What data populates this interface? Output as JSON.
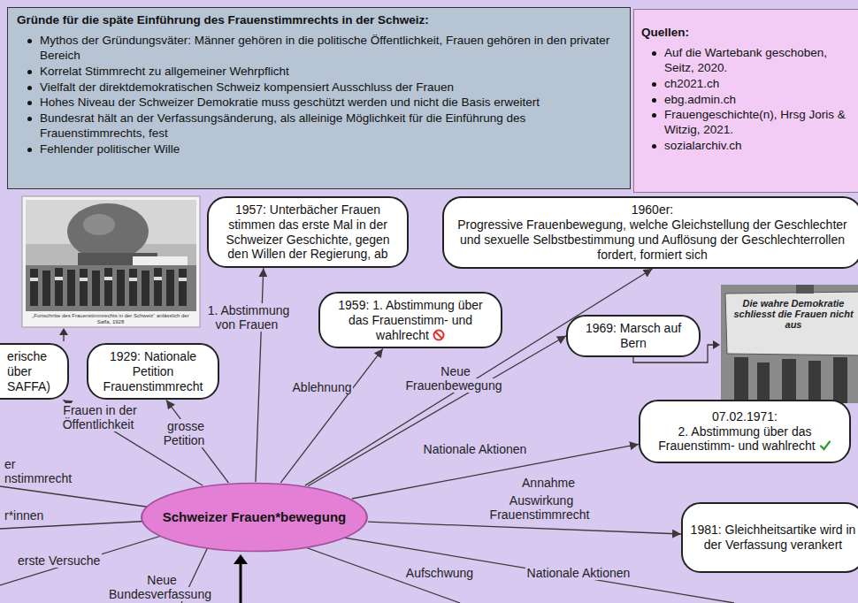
{
  "diagram": {
    "nodes": [
      {
        "text": [
          "Gründe für die späte Einführung des Frauenstimmrechts in der Schweiz:",
          "Mythos der Gründungsväter: Männer gehören in die politische Öffentlichkeit, Frauen gehören in den privater Bereich",
          "Korrelat Stimmrecht zu allgemeiner Wehrpflicht",
          "Vielfalt der direktdemokratischen Schweiz kompensiert Ausschluss der Frauen",
          "Hohes Niveau der Schweizer Demokratie muss geschützt werden und nicht die Basis erweitert",
          "Bundesrat hält an der Verfassungsänderung, als alleinige Möglichkeit für die Einführung des Frauenstimmrechts, fest",
          "Fehlender politischer Wille"
        ]
      },
      {
        "text": [
          "Quellen:",
          "Auf die Wartebank geschoben, Seitz, 2020.",
          "ch2021.ch",
          "ebg.admin.ch",
          "Frauengeschichte(n), Hrsg Joris & Witzig, 2021.",
          "sozialarchiv.ch"
        ]
      },
      {
        "text": [
          "1957: Unterbächer Frauen stimmen das erste Mal in der Schweizer Geschichte, gegen den Willen der Regierung, ab"
        ]
      },
      {
        "text": [
          "1960er:",
          "Progressive Frauenbewegung, welche Gleichstellung der Geschlechter und sexuelle Selbstbestimmung und Auflösung der Geschlechterrollen fordert, formiert sich"
        ]
      },
      {
        "text": [
          "1959: 1. Abstimmung über das Frauenstimm- und wahlrecht"
        ]
      },
      {
        "text": [
          "1929: Nationale Petition Frauenstimmrecht"
        ]
      },
      {
        "text": [
          "erische über SAFFA)"
        ]
      },
      {
        "text": [
          "1969: Marsch auf Bern"
        ]
      },
      {
        "text": [
          "07.02.1971:",
          "2. Abstimmung über das Frauenstimm- und wahlrecht"
        ]
      },
      {
        "text": [
          "Schweizer Frauen*bewegung"
        ]
      },
      {
        "text": [
          "1981: Gleichheitsartike wird in der Verfassung verankert"
        ]
      }
    ],
    "edges": [
      {
        "from": 9,
        "to": 2,
        "label": "1. Abstimmung von Frauen",
        "arrow": "to"
      },
      {
        "from": 9,
        "to": 3,
        "label": "Neue Frauenbewegung",
        "arrow": "to"
      },
      {
        "from": 9,
        "to": 4,
        "label": "Ablehnung",
        "arrow": "to"
      },
      {
        "from": 9,
        "to": 5,
        "label": "grosse Petition",
        "arrow": "to"
      },
      {
        "from": 9,
        "to": 6,
        "label": "Frauen in der Öffentlichkeit",
        "arrow": "to"
      },
      {
        "from": 9,
        "to": 7,
        "label": "Nationale Aktionen",
        "arrow": "to"
      },
      {
        "from": 9,
        "to": 8,
        "label": "Annahme",
        "arrow": "to"
      },
      {
        "from": 9,
        "to": 10,
        "label": "Auswirkung Frauenstimmrecht",
        "arrow": "to"
      }
    ],
    "labels": [
      "„Fortschritte des Frauenstimmrechts in der Schweiz“ anlässlich der Saffa, 1928",
      "Die wahre Demokratie schliesst die Frauen nicht aus",
      "er",
      "nstimmrecht",
      "r*innen",
      "erste Versuche",
      "Neue Bundesverfassung",
      "Aufschwung",
      "Nationale Aktionen"
    ]
  }
}
